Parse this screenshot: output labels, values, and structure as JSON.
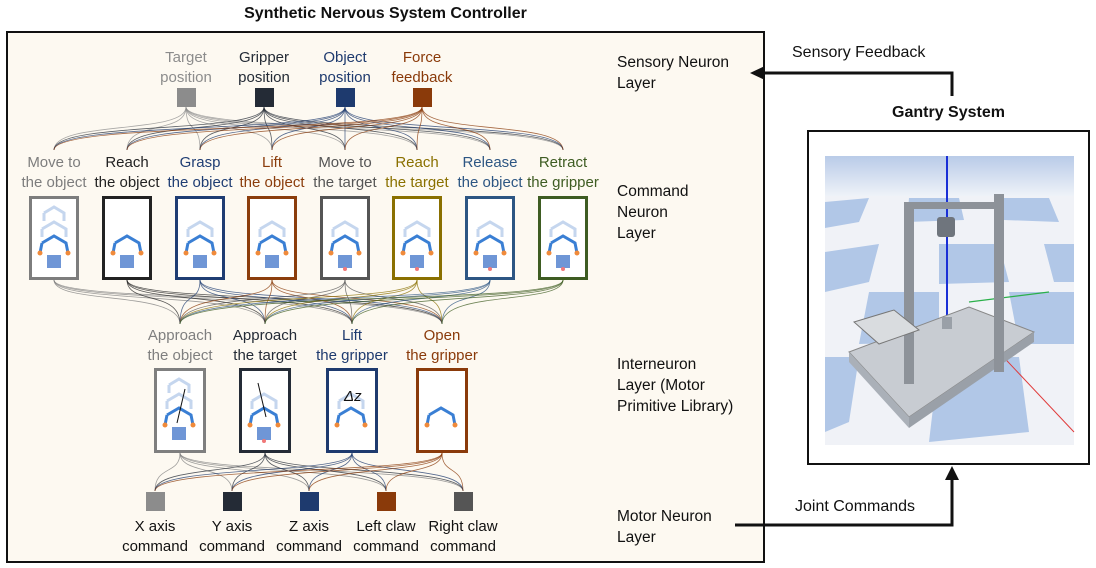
{
  "title": "Synthetic Nervous System Controller",
  "layers": {
    "sensory": "Sensory Neuron\nLayer",
    "command": "Command\nNeuron\nLayer",
    "interneuron": "Interneuron\nLayer (Motor\nPrimitive Library)",
    "motor": "Motor Neuron\nLayer"
  },
  "sensory_neurons": [
    {
      "label": "Target\nposition",
      "color": "#8c8c8c"
    },
    {
      "label": "Gripper\nposition",
      "color": "#242b36"
    },
    {
      "label": "Object\nposition",
      "color": "#1e3a6e"
    },
    {
      "label": "Force\nfeedback",
      "color": "#8a3a0a"
    }
  ],
  "command_neurons": [
    {
      "label": "Move to\nthe object",
      "color": "#7d7d7d"
    },
    {
      "label": "Reach\nthe object",
      "color": "#222222"
    },
    {
      "label": "Grasp\nthe object",
      "color": "#1f3d73"
    },
    {
      "label": "Lift\nthe object",
      "color": "#8b3d0c"
    },
    {
      "label": "Move to\nthe target",
      "color": "#555555"
    },
    {
      "label": "Reach\nthe target",
      "color": "#8a7000"
    },
    {
      "label": "Release\nthe object",
      "color": "#2d5683"
    },
    {
      "label": "Retract\nthe gripper",
      "color": "#3e5c22"
    }
  ],
  "interneurons": [
    {
      "label": "Approach\nthe object",
      "color": "#7f7f7f"
    },
    {
      "label": "Approach\nthe target",
      "color": "#242b36"
    },
    {
      "label": "Lift\nthe gripper",
      "color": "#1e3a6e"
    },
    {
      "label": "Open\nthe gripper",
      "color": "#8a3a0a"
    }
  ],
  "delta_label": "Δz",
  "motor_neurons": [
    {
      "label": "X axis\ncommand",
      "color": "#8c8c8c"
    },
    {
      "label": "Y axis\ncommand",
      "color": "#242b36"
    },
    {
      "label": "Z axis\ncommand",
      "color": "#1e3a6e"
    },
    {
      "label": "Left claw\ncommand",
      "color": "#8a3a0a"
    },
    {
      "label": "Right claw\ncommand",
      "color": "#555555"
    }
  ],
  "gantry": {
    "title": "Gantry System",
    "feedback_label": "Sensory Feedback",
    "commands_label": "Joint Commands"
  }
}
